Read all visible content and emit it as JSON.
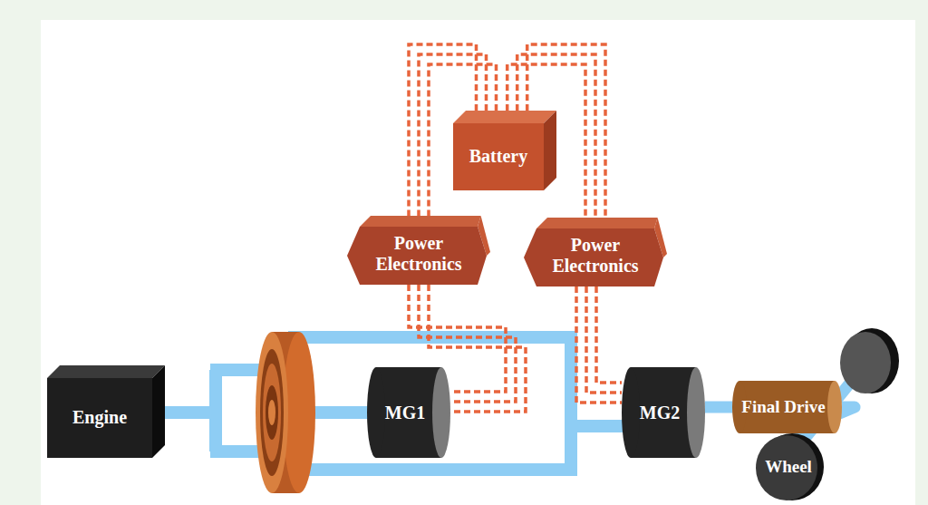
{
  "diagram": {
    "nodes": [
      {
        "text": [
          "Battery"
        ]
      },
      {
        "text": [
          "Power Electronics"
        ]
      },
      {
        "text": [
          "Power Electronics"
        ]
      },
      {
        "text": [
          "Engine"
        ]
      },
      {
        "text": [
          "MG1"
        ]
      },
      {
        "text": [
          "MG2"
        ]
      },
      {
        "text": [
          "Final Drive"
        ]
      },
      {
        "text": [
          "Wheel"
        ]
      }
    ],
    "edges": [
      {
        "from": 0,
        "to": 1,
        "arrow": "none"
      },
      {
        "from": 0,
        "to": 2,
        "arrow": "none"
      },
      {
        "from": 1,
        "to": 4,
        "arrow": "none"
      },
      {
        "from": 2,
        "to": 5,
        "arrow": "none"
      },
      {
        "from": 5,
        "to": 6,
        "arrow": "none"
      },
      {
        "from": 6,
        "to": 7,
        "arrow": "none"
      }
    ]
  }
}
